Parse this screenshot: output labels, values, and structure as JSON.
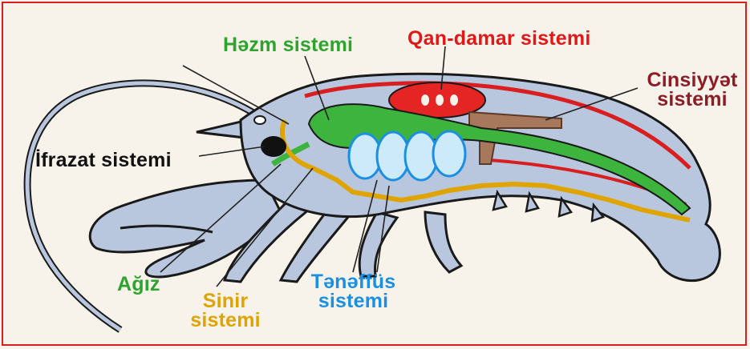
{
  "labels": {
    "digestive": "Həzm sistemi",
    "circulatory": "Qan-damar sistemi",
    "reproductive_1": "Cinsiyyət",
    "reproductive_2": "sistemi",
    "excretory": "İfrazat sistemi",
    "mouth": "Ağız",
    "nervous_1": "Sinir",
    "nervous_2": "sistemi",
    "respiratory_1": "Tənəffüs",
    "respiratory_2": "sistemi"
  },
  "colors": {
    "digestive": "#2ea32e",
    "circulatory": "#e01818",
    "reproductive": "#8e1c26",
    "excretory": "#111111",
    "mouth": "#2ea32e",
    "nervous": "#e0a400",
    "respiratory": "#1c8fe0",
    "body_fill": "#b9c7de",
    "body_outline": "#1a1a1a"
  }
}
